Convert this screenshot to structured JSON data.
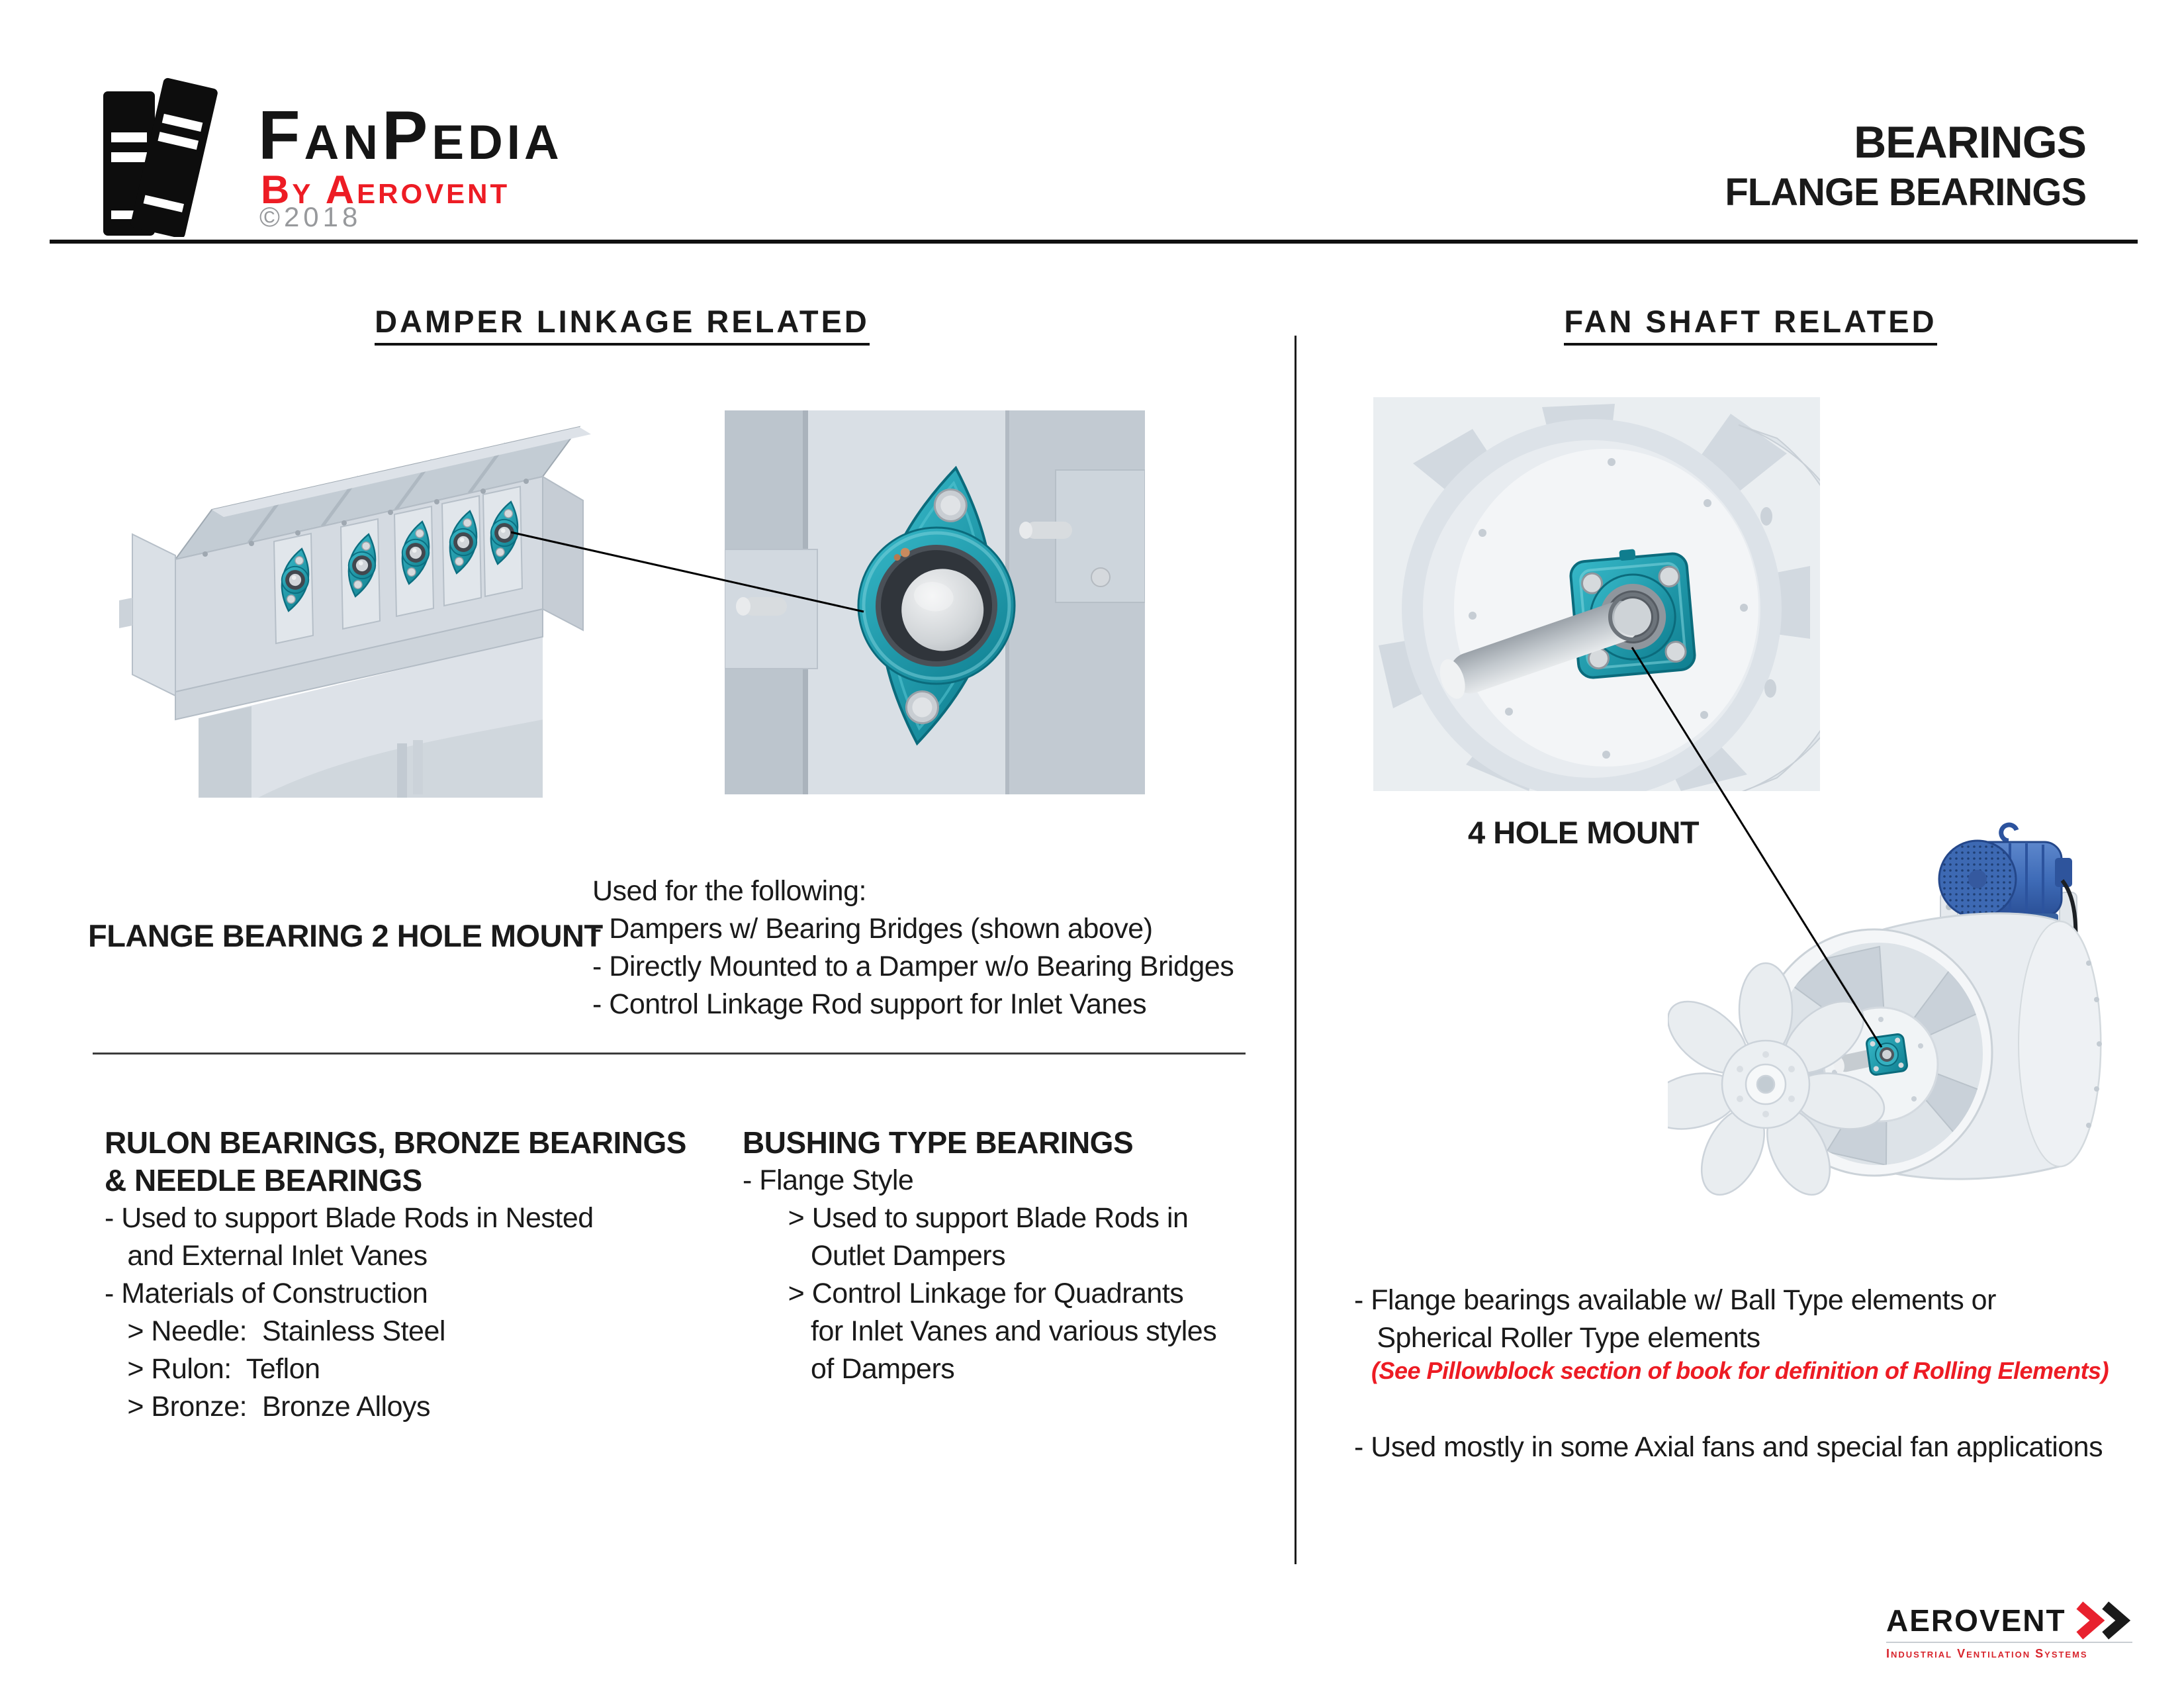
{
  "header": {
    "logo": {
      "title": "FanPedia",
      "subtitle": "By Aerovent",
      "copyright": "©2018"
    },
    "title": "BEARINGS",
    "subtitle": "FLANGE BEARINGS"
  },
  "sections": {
    "left": {
      "heading": "DAMPER LINKAGE RELATED",
      "mount_label": "FLANGE BEARING 2 HOLE MOUNT",
      "usage_lines": [
        "Used for the following:",
        "- Dampers w/ Bearing Bridges (shown above)",
        "- Directly Mounted to a Damper w/o Bearing Bridges",
        "- Control Linkage Rod support for Inlet Vanes"
      ],
      "rulon_heading": [
        "RULON BEARINGS, BRONZE BEARINGS",
        "& NEEDLE BEARINGS"
      ],
      "rulon_lines": [
        "- Used to support Blade Rods in Nested",
        "   and External Inlet Vanes",
        "- Materials of Construction",
        "   > Needle:  Stainless Steel",
        "   > Rulon:  Teflon",
        "   > Bronze:  Bronze Alloys"
      ],
      "bushing_heading": "BUSHING TYPE BEARINGS",
      "bushing_lines": [
        "- Flange Style",
        "      > Used to support Blade Rods in",
        "         Outlet Dampers",
        "      > Control Linkage for Quadrants",
        "         for Inlet Vanes and various styles",
        "         of Dampers"
      ]
    },
    "right": {
      "heading": "FAN SHAFT RELATED",
      "mount_label": "4 HOLE MOUNT",
      "bullet1_lines": [
        "- Flange bearings available w/ Ball Type elements or",
        "   Spherical Roller Type elements"
      ],
      "note": "(See Pillowblock section of book for definition of Rolling Elements)",
      "bullet2": "- Used mostly in some Axial fans and special fan applications"
    }
  },
  "footer": {
    "brand": "AEROVENT",
    "tagline": "Industrial Ventilation Systems"
  },
  "icons": {
    "logo": "books-icon",
    "footer": "double-chevron-icon"
  },
  "illustrations": {
    "damper": "damper-assembly-with-flange-bearings",
    "closeup": "2-hole-flange-bearing-closeup",
    "fan_shaft": "fan-wheel-with-4-hole-flange-bearing",
    "axial": "axial-fan-with-motor"
  },
  "colors": {
    "accent_teal": "#1fa3b6",
    "brand_red": "#ed1c24",
    "note_red": "#ed1c24",
    "footer_red": "#d8242c",
    "motor_blue": "#3f6cb8",
    "metal_gray": "#d5dbe2",
    "copyright_gray": "#97999c",
    "line_black": "#1a1a1a"
  }
}
